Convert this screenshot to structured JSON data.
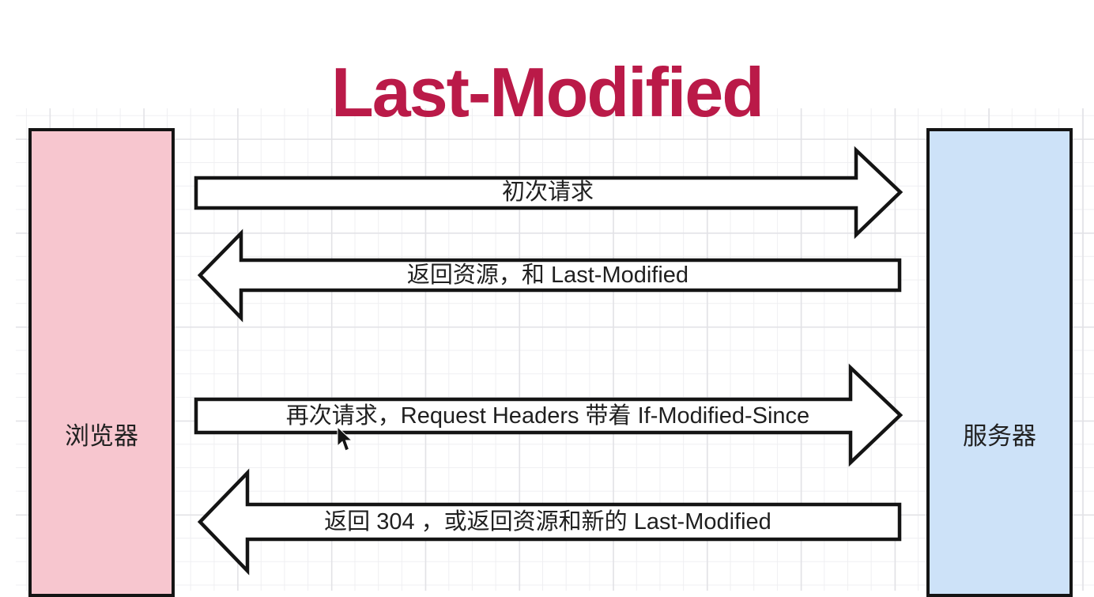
{
  "title": "Last-Modified",
  "diagram": {
    "browser_label": "浏览器",
    "server_label": "服务器",
    "arrows": [
      {
        "label": "初次请求",
        "direction": "right",
        "from": "browser",
        "to": "server"
      },
      {
        "label": "返回资源，和 Last-Modified",
        "direction": "left",
        "from": "server",
        "to": "browser"
      },
      {
        "label": "再次请求，Request Headers 带着 If-Modified-Since",
        "direction": "right",
        "from": "browser",
        "to": "server"
      },
      {
        "label": "返回 304 ，或返回资源和新的 Last-Modified",
        "direction": "left",
        "from": "server",
        "to": "browser"
      }
    ],
    "colors": {
      "title_text": "#BA1A48",
      "browser_fill": "#F7C6CF",
      "server_fill": "#CDE2F8",
      "shape_outline": "#141414",
      "arrow_fill": "#FFFFFF",
      "grid_line": "#E2E2E6"
    }
  }
}
